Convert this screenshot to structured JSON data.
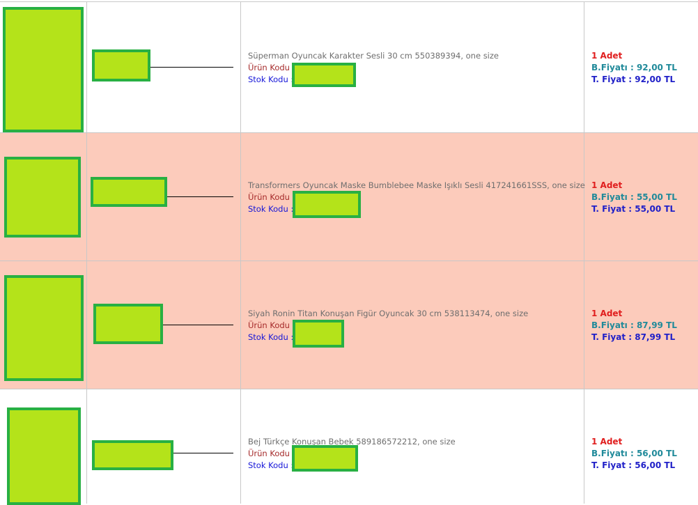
{
  "labels": {
    "urun_kodu": "Ürün Kodu :",
    "stok_kodu": "Stok Kodu :"
  },
  "colors": {
    "redaction_fill": "#b4e31a",
    "redaction_border": "#28b043",
    "row_highlight": "#fccbbb"
  },
  "rows": [
    {
      "title": "Süperman Oyuncak Karakter Sesli 30 cm 550389394, one size",
      "adet": "1 Adet",
      "b_fiyat": "B.Fiyatı : 92,00 TL",
      "t_fiyat": "T. Fiyat : 92,00 TL"
    },
    {
      "title": "Transformers Oyuncak Maske Bumblebee Maske Işıklı Sesli 417241661SSS, one size",
      "adet": "1 Adet",
      "b_fiyat": "B.Fiyatı : 55,00 TL",
      "t_fiyat": "T. Fiyat : 55,00 TL"
    },
    {
      "title": "Siyah Ronin Titan Konuşan Figür Oyuncak 30 cm 538113474, one size",
      "adet": "1 Adet",
      "b_fiyat": "B.Fiyatı : 87,99 TL",
      "t_fiyat": "T. Fiyat : 87,99 TL"
    },
    {
      "title": "Bej Türkçe Konuşan Bebek 589186572212, one size",
      "adet": "1 Adet",
      "b_fiyat": "B.Fiyatı : 56,00 TL",
      "t_fiyat": "T. Fiyat : 56,00 TL"
    }
  ]
}
